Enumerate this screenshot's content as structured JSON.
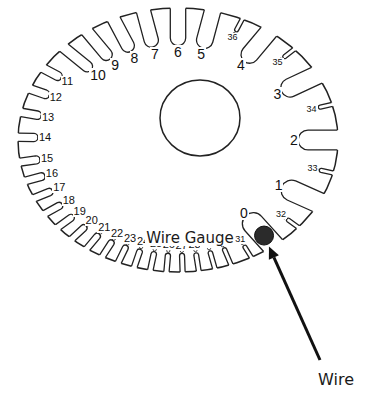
{
  "diagram": {
    "labels": [
      "0",
      "1",
      "2",
      "3",
      "4",
      "5",
      "6",
      "7",
      "8",
      "9",
      "10",
      "11",
      "12",
      "13",
      "14",
      "15",
      "16",
      "17",
      "18",
      "19",
      "20",
      "21",
      "22",
      "23",
      "24",
      "25",
      "26",
      "27",
      "28",
      "29",
      "30",
      "31",
      "32",
      "33",
      "34",
      "35",
      "36",
      "Wire Gauge",
      "Wire"
    ]
  }
}
